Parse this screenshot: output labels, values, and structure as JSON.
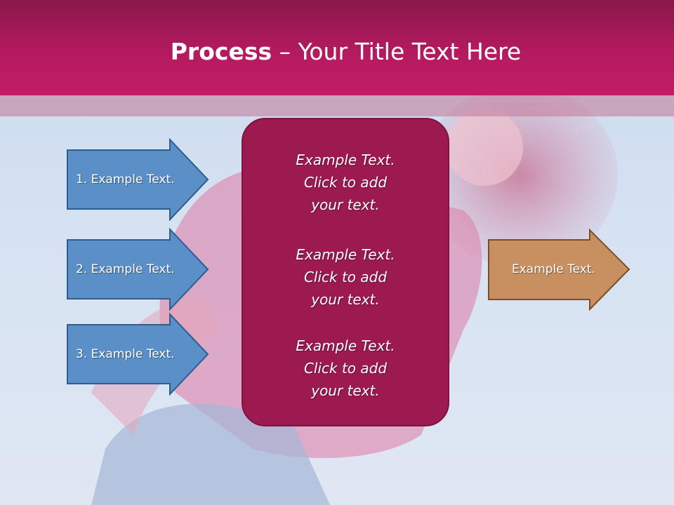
{
  "title": {
    "bold": "Process",
    "separator": " – ",
    "rest": "Your Title Text Here"
  },
  "left_arrows": [
    {
      "label": "1. Example Text."
    },
    {
      "label": "2. Example Text."
    },
    {
      "label": "3. Example Text."
    }
  ],
  "center_blocks": [
    {
      "line1": "Example Text.",
      "line2": "Click  to add",
      "line3": "your text."
    },
    {
      "line1": "Example Text.",
      "line2": "Click  to add",
      "line3": "your text."
    },
    {
      "line1": "Example Text.",
      "line2": "Click  to add",
      "line3": "your text."
    }
  ],
  "right_arrow": {
    "label": "Example Text."
  },
  "colors": {
    "header": "#b41a5f",
    "center_box": "#9c1a50",
    "left_arrow_fill": "#5b8fc7",
    "left_arrow_stroke": "#2e5d8e",
    "right_arrow_fill": "#c89060",
    "right_arrow_stroke": "#7a4e22"
  }
}
